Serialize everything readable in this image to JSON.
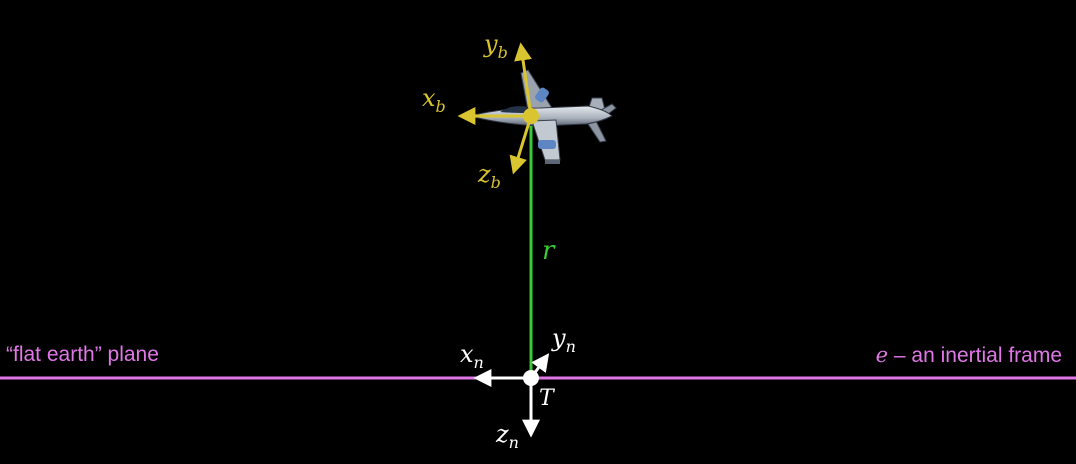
{
  "earth": {
    "plane_label": "“flat earth” plane",
    "frame_symbol": "e",
    "frame_rest": " – an inertial frame"
  },
  "position_vector": {
    "label": "r"
  },
  "origin": {
    "label": "T"
  },
  "nav_axes": {
    "x": {
      "base": "x",
      "sub": "n"
    },
    "y": {
      "base": "y",
      "sub": "n"
    },
    "z": {
      "base": "z",
      "sub": "n"
    }
  },
  "body_axes": {
    "x": {
      "base": "x",
      "sub": "b"
    },
    "y": {
      "base": "y",
      "sub": "b"
    },
    "z": {
      "base": "z",
      "sub": "b"
    }
  },
  "colors": {
    "background": "#000000",
    "body_frame": "#d9c52f",
    "nav_frame": "#ffffff",
    "earth_plane": "#e077e6",
    "position_vector": "#39c936",
    "aircraft_body": "#c9ced6"
  },
  "icons": [
    "aircraft-icon"
  ]
}
